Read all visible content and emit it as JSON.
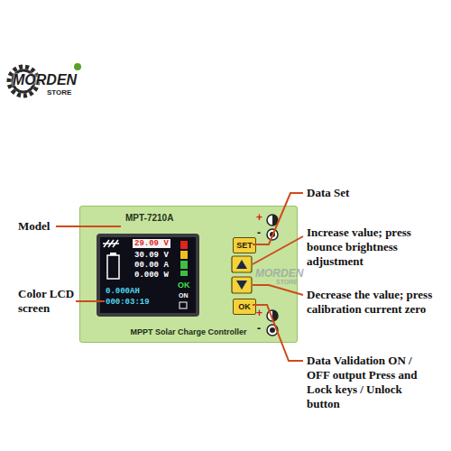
{
  "diagram": {
    "nodes": [
      {
        "text": [
          "MPT-7210A",
          "MPPT Solar Charge Controller"
        ]
      },
      {
        "text": [
          "29.09 V",
          "30.09 V",
          "00.00 A",
          "0.000 W",
          "0.000AH",
          "000:03:19",
          "OK",
          "ON"
        ],
        "in": 0
      },
      {
        "text": [
          "SET"
        ],
        "in": 0
      },
      {
        "text": [
          "OK"
        ],
        "in": 0
      }
    ],
    "labels": [
      "MORDEN",
      "STORE",
      "Model",
      "Color LCD screen",
      "Data Set",
      "Increase value; press bounce brightness adjustment",
      "Decrease the value; press calibration current zero",
      "Data Validation ON / OFF output Press and Lock keys / Unlock button",
      "+",
      "-",
      "+",
      "-",
      "MORDEN",
      "STORE"
    ]
  }
}
